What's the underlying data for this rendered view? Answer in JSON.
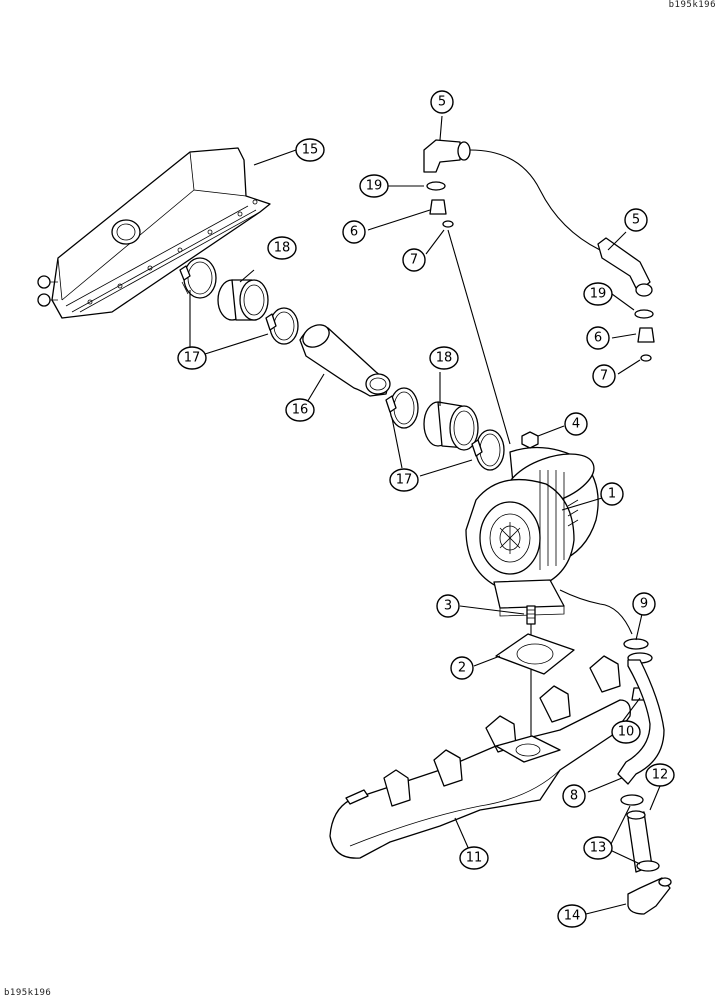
{
  "diagram": {
    "drawing_code": "b195k196",
    "callouts": [
      {
        "id": "c5a",
        "label": "5"
      },
      {
        "id": "c19a",
        "label": "19"
      },
      {
        "id": "c6a",
        "label": "6"
      },
      {
        "id": "c7a",
        "label": "7"
      },
      {
        "id": "c5b",
        "label": "5"
      },
      {
        "id": "c19b",
        "label": "19"
      },
      {
        "id": "c6b",
        "label": "6"
      },
      {
        "id": "c7b",
        "label": "7"
      },
      {
        "id": "c15",
        "label": "15"
      },
      {
        "id": "c18a",
        "label": "18"
      },
      {
        "id": "c17a",
        "label": "17"
      },
      {
        "id": "c16",
        "label": "16"
      },
      {
        "id": "c18b",
        "label": "18"
      },
      {
        "id": "c17b",
        "label": "17"
      },
      {
        "id": "c4",
        "label": "4"
      },
      {
        "id": "c1",
        "label": "1"
      },
      {
        "id": "c3",
        "label": "3"
      },
      {
        "id": "c2",
        "label": "2"
      },
      {
        "id": "c9",
        "label": "9"
      },
      {
        "id": "c10",
        "label": "10"
      },
      {
        "id": "c12",
        "label": "12"
      },
      {
        "id": "c8",
        "label": "8"
      },
      {
        "id": "c13",
        "label": "13"
      },
      {
        "id": "c11",
        "label": "11"
      },
      {
        "id": "c14",
        "label": "14"
      }
    ]
  }
}
